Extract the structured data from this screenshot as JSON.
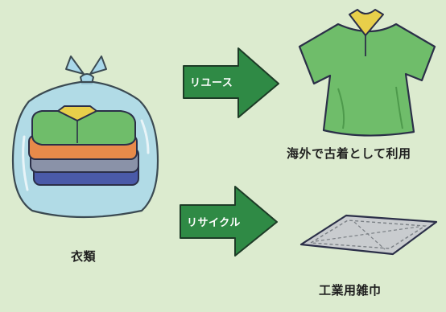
{
  "source": {
    "label": "衣類",
    "icon": "bagged-clothes-icon"
  },
  "flows": [
    {
      "arrow_label": "リユース",
      "result_label": "海外で古着として利用",
      "icon": "shirt-icon"
    },
    {
      "arrow_label": "リサイクル",
      "result_label": "工業用雑巾",
      "icon": "rag-icon"
    }
  ],
  "colors": {
    "background": "#dcebcf",
    "arrow": "#2f8a45",
    "shirt": "#6fbd6a",
    "collar": "#e8cf4a",
    "bag": "#a9d8ea",
    "rag": "#c9cccf"
  }
}
